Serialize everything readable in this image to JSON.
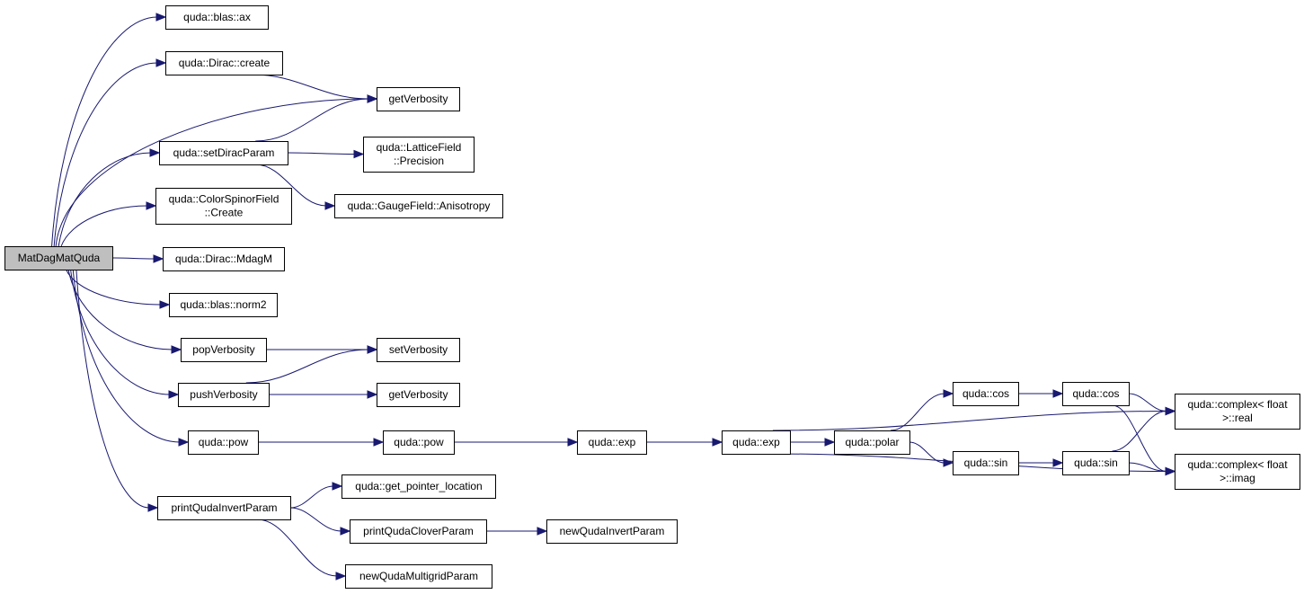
{
  "colors": {
    "edge": "#191970",
    "root_fill": "#bfbfbf",
    "node_fill": "#ffffff",
    "node_stroke": "#000000"
  },
  "nodes": [
    {
      "id": "matdag",
      "label": [
        "MatDagMatQuda"
      ],
      "root": true
    },
    {
      "id": "ax",
      "label": [
        "quda::blas::ax"
      ]
    },
    {
      "id": "dcreate",
      "label": [
        "quda::Dirac::create"
      ]
    },
    {
      "id": "getv1",
      "label": [
        "getVerbosity"
      ]
    },
    {
      "id": "setdp",
      "label": [
        "quda::setDiracParam"
      ]
    },
    {
      "id": "lfprec",
      "label": [
        "quda::LatticeField",
        "::Precision"
      ]
    },
    {
      "id": "gfaniso",
      "label": [
        "quda::GaugeField::Anisotropy"
      ]
    },
    {
      "id": "csfcreate",
      "label": [
        "quda::ColorSpinorField",
        "::Create"
      ]
    },
    {
      "id": "mdagm",
      "label": [
        "quda::Dirac::MdagM"
      ]
    },
    {
      "id": "norm2",
      "label": [
        "quda::blas::norm2"
      ]
    },
    {
      "id": "popv",
      "label": [
        "popVerbosity"
      ]
    },
    {
      "id": "setv",
      "label": [
        "setVerbosity"
      ]
    },
    {
      "id": "pushv",
      "label": [
        "pushVerbosity"
      ]
    },
    {
      "id": "getv2",
      "label": [
        "getVerbosity"
      ]
    },
    {
      "id": "pow1",
      "label": [
        "quda::pow"
      ]
    },
    {
      "id": "pow2",
      "label": [
        "quda::pow"
      ]
    },
    {
      "id": "exp1",
      "label": [
        "quda::exp"
      ]
    },
    {
      "id": "exp2",
      "label": [
        "quda::exp"
      ]
    },
    {
      "id": "polar",
      "label": [
        "quda::polar"
      ]
    },
    {
      "id": "cos1",
      "label": [
        "quda::cos"
      ]
    },
    {
      "id": "cos2",
      "label": [
        "quda::cos"
      ]
    },
    {
      "id": "sin1",
      "label": [
        "quda::sin"
      ]
    },
    {
      "id": "sin2",
      "label": [
        "quda::sin"
      ]
    },
    {
      "id": "creal",
      "label": [
        "quda::complex< float",
        ">::real"
      ]
    },
    {
      "id": "cimag",
      "label": [
        "quda::complex< float",
        ">::imag"
      ]
    },
    {
      "id": "printqip",
      "label": [
        "printQudaInvertParam"
      ]
    },
    {
      "id": "getptr",
      "label": [
        "quda::get_pointer_location"
      ]
    },
    {
      "id": "printqcp",
      "label": [
        "printQudaCloverParam"
      ]
    },
    {
      "id": "newqip",
      "label": [
        "newQudaInvertParam"
      ]
    },
    {
      "id": "newqmp",
      "label": [
        "newQudaMultigridParam"
      ]
    }
  ],
  "edges": [
    [
      "matdag",
      "ax"
    ],
    [
      "matdag",
      "dcreate"
    ],
    [
      "matdag",
      "getv1"
    ],
    [
      "matdag",
      "setdp"
    ],
    [
      "matdag",
      "csfcreate"
    ],
    [
      "matdag",
      "mdagm"
    ],
    [
      "matdag",
      "norm2"
    ],
    [
      "matdag",
      "popv"
    ],
    [
      "matdag",
      "pushv"
    ],
    [
      "matdag",
      "pow1"
    ],
    [
      "matdag",
      "printqip"
    ],
    [
      "dcreate",
      "getv1"
    ],
    [
      "setdp",
      "getv1"
    ],
    [
      "setdp",
      "lfprec"
    ],
    [
      "setdp",
      "gfaniso"
    ],
    [
      "popv",
      "setv"
    ],
    [
      "pushv",
      "setv"
    ],
    [
      "pushv",
      "getv2"
    ],
    [
      "pow1",
      "pow2"
    ],
    [
      "pow2",
      "exp1"
    ],
    [
      "exp1",
      "exp2"
    ],
    [
      "exp2",
      "polar"
    ],
    [
      "exp2",
      "creal"
    ],
    [
      "exp2",
      "cimag"
    ],
    [
      "polar",
      "cos1"
    ],
    [
      "polar",
      "sin1"
    ],
    [
      "cos1",
      "cos2"
    ],
    [
      "sin1",
      "sin2"
    ],
    [
      "cos2",
      "creal"
    ],
    [
      "cos2",
      "cimag"
    ],
    [
      "sin2",
      "creal"
    ],
    [
      "sin2",
      "cimag"
    ],
    [
      "printqip",
      "getptr"
    ],
    [
      "printqip",
      "printqcp"
    ],
    [
      "printqip",
      "newqmp"
    ],
    [
      "printqcp",
      "newqip"
    ]
  ]
}
